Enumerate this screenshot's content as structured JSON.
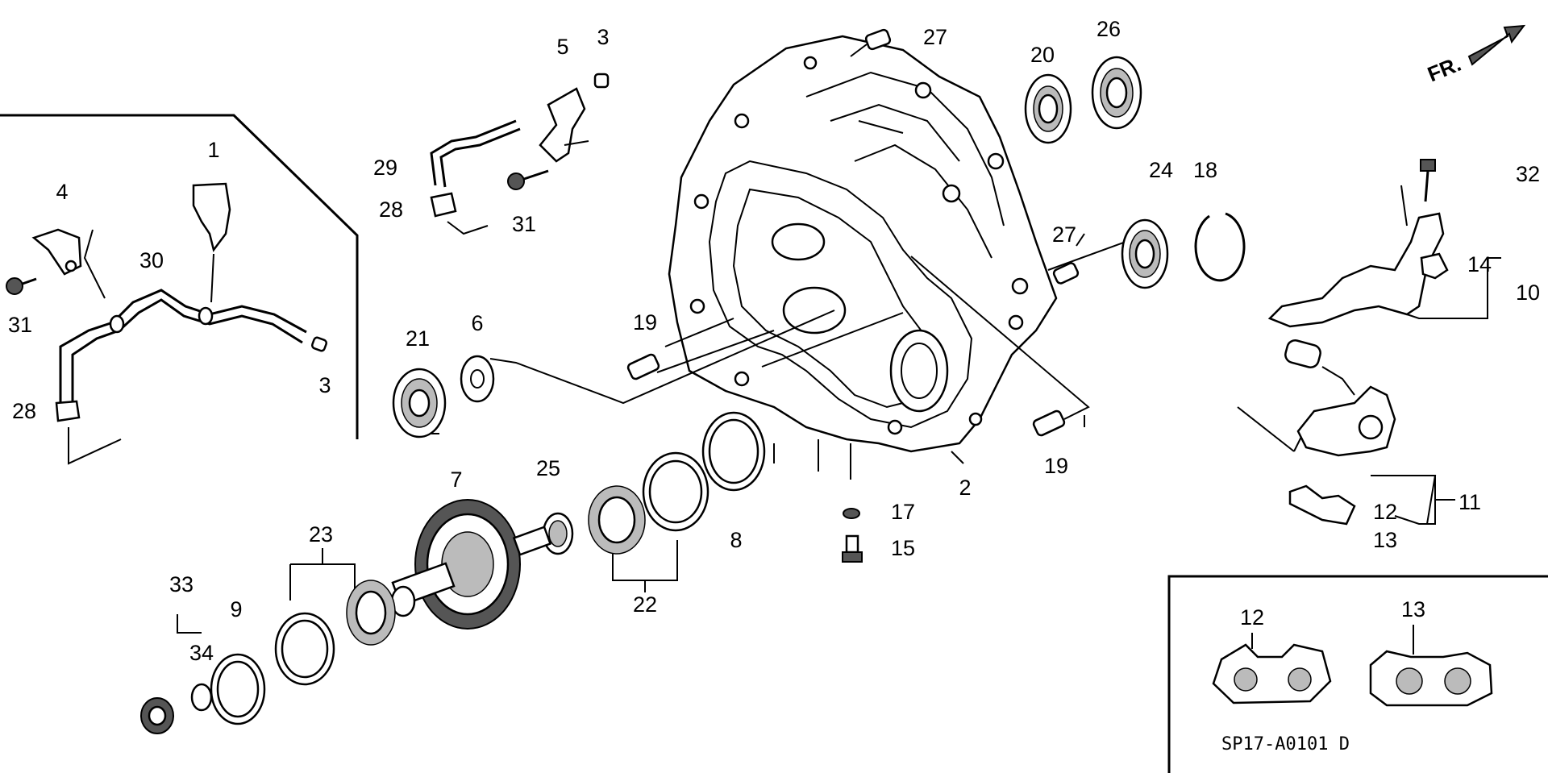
{
  "diagram_code": "SP17-A0101 D",
  "direction_label": "FR.",
  "labels": {
    "p1": "1",
    "p2": "2",
    "p3a": "3",
    "p3b": "3",
    "p4": "4",
    "p5": "5",
    "p6": "6",
    "p7": "7",
    "p8": "8",
    "p9": "9",
    "p10": "10",
    "p11": "11",
    "p12a": "12",
    "p12b": "12",
    "p13a": "13",
    "p13b": "13",
    "p14": "14",
    "p15": "15",
    "p17": "17",
    "p18": "18",
    "p19a": "19",
    "p19b": "19",
    "p20": "20",
    "p21": "21",
    "p22": "22",
    "p23": "23",
    "p24": "24",
    "p25": "25",
    "p26": "26",
    "p27a": "27",
    "p27b": "27",
    "p28a": "28",
    "p28b": "28",
    "p29": "29",
    "p30": "30",
    "p31a": "31",
    "p31b": "31",
    "p32": "32",
    "p33": "33",
    "p34": "34"
  }
}
